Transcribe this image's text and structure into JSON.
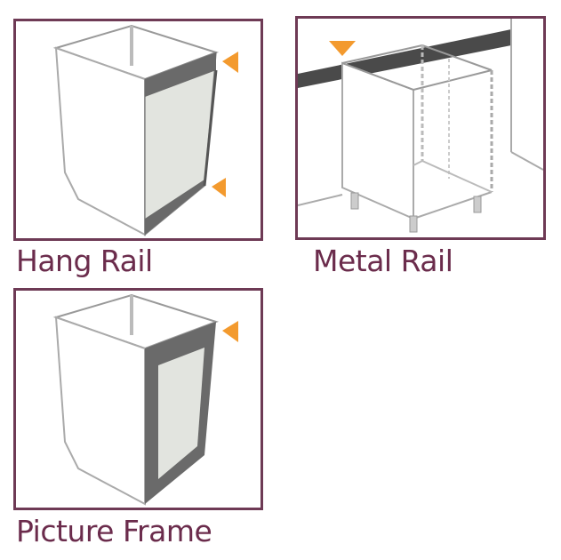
{
  "options": [
    {
      "id": "hang-rail",
      "label": "Hang Rail",
      "markers": 2
    },
    {
      "id": "metal-rail",
      "label": "Metal Rail",
      "markers": 1
    },
    {
      "id": "picture-frame",
      "label": "Picture Frame",
      "markers": 1
    }
  ],
  "colors": {
    "border": "#6e3a55",
    "label": "#6b2c4c",
    "marker": "#f39a2e",
    "rail": "#5a5a5a",
    "door": "#e2e4df"
  }
}
